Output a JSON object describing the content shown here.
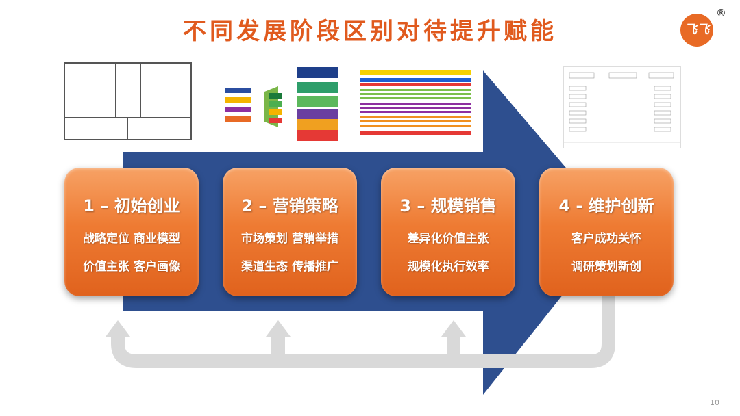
{
  "slide": {
    "title": "不同发展阶段区别对待提升赋能",
    "logo": "飞飞",
    "registered_mark": "®",
    "page_number": "10"
  },
  "stages": [
    {
      "heading": "1 – 初始创业",
      "line1": "战略定位  商业模型",
      "line2": "价值主张  客户画像"
    },
    {
      "heading": "2 – 营销策略",
      "line1": "市场策划  营销举措",
      "line2": "渠道生态  传播推广"
    },
    {
      "heading": "3 – 规模销售",
      "line1": "差异化价值主张",
      "line2": "规模化执行效率"
    },
    {
      "heading": "4 - 维护创新",
      "line1": "客户成功关怀",
      "line2": "调研策划新创"
    }
  ],
  "colors": {
    "title": "#e05a1e",
    "arrow": "#2e4f8f",
    "box": "#ee7b33",
    "loop": "#d9d9d9"
  }
}
